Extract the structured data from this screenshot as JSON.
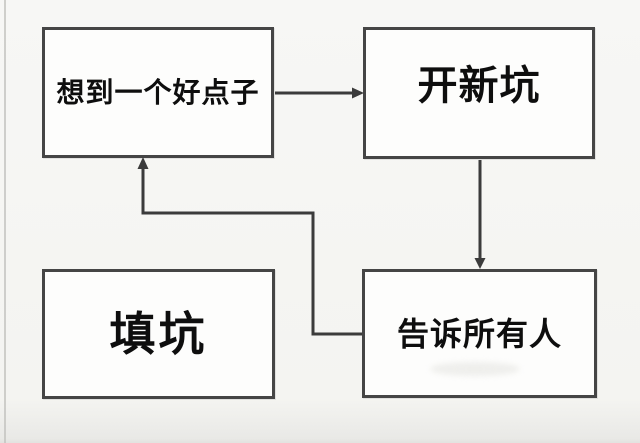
{
  "diagram": {
    "title": "procrastinating-creator-flowchart-meme",
    "nodes": [
      {
        "id": "idea",
        "label": "想到一个好点子"
      },
      {
        "id": "new_pit",
        "label": "开新坑"
      },
      {
        "id": "fill_pit",
        "label": "填坑"
      },
      {
        "id": "tell_everyone",
        "label": "告诉所有人"
      }
    ],
    "edges": [
      {
        "from": "idea",
        "to": "new_pit",
        "direction": "right"
      },
      {
        "from": "new_pit",
        "to": "tell_everyone",
        "direction": "down"
      },
      {
        "from": "tell_everyone",
        "to": "idea",
        "direction": "elbow-left-up"
      }
    ],
    "note": "fill_pit box has no connecting arrows",
    "colors": {
      "background": "#f5f5f2",
      "box_fill": "#fdfdfc",
      "box_border": "#454545",
      "line": "#3b3b3b",
      "text": "#0e0e0e"
    }
  }
}
